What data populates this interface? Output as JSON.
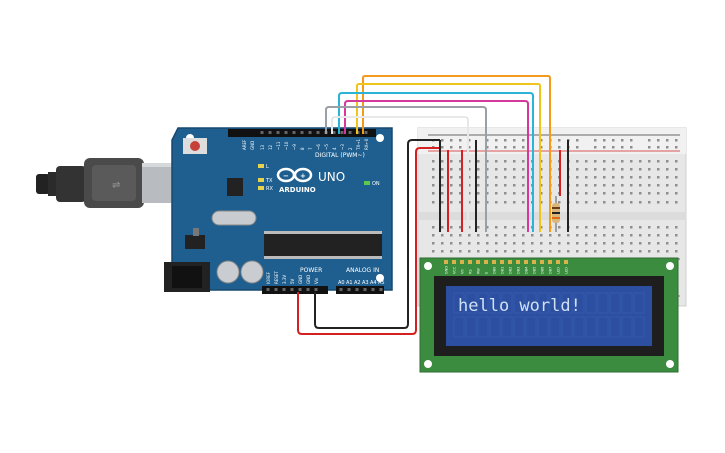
{
  "board": {
    "brand": "ARDUINO",
    "model": "UNO",
    "on_label": "ON",
    "digital_label": "DIGITAL (PWM~)",
    "power_label": "POWER",
    "analog_label": "ANALOG IN",
    "aref": "AREF",
    "gnd": "GND",
    "digital_pins": [
      "13",
      "12",
      "~11",
      "~10",
      "~9",
      "8",
      "7",
      "~6",
      "~5",
      "4",
      "~3",
      "2",
      "TX→1",
      "RX←0"
    ],
    "power_pins": [
      "IOREF",
      "RESET",
      "3.3V",
      "5V",
      "GND",
      "GND",
      "Vin"
    ],
    "analog_pins": [
      "A0",
      "A1",
      "A2",
      "A3",
      "A4",
      "A5"
    ],
    "led_l": "L",
    "led_tx": "TX",
    "led_rx": "RX"
  },
  "lcd": {
    "text": "hello world!",
    "pins": [
      "GND",
      "VCC",
      "V0",
      "RS",
      "RW",
      "E",
      "DB0",
      "DB1",
      "DB2",
      "DB3",
      "DB4",
      "DB5",
      "DB6",
      "DB7",
      "LED",
      "LED"
    ]
  },
  "colors": {
    "board": "#1f5f8f",
    "lcd_screen": "#2c4fa1",
    "lcd_pcb": "#3c8c40",
    "lcd_text": "#cfe0f4",
    "wire_red": "#d42020",
    "wire_black": "#222222",
    "wire_orange": "#f29a1c",
    "wire_yellow": "#f1c419",
    "wire_magenta": "#d43a9c",
    "wire_cyan": "#2ab5d6",
    "wire_gray": "#9aa0a6",
    "wire_white": "#f4f4f4"
  },
  "icons": [
    "usb-cable-icon",
    "arduino-logo-icon",
    "reset-button-icon"
  ]
}
